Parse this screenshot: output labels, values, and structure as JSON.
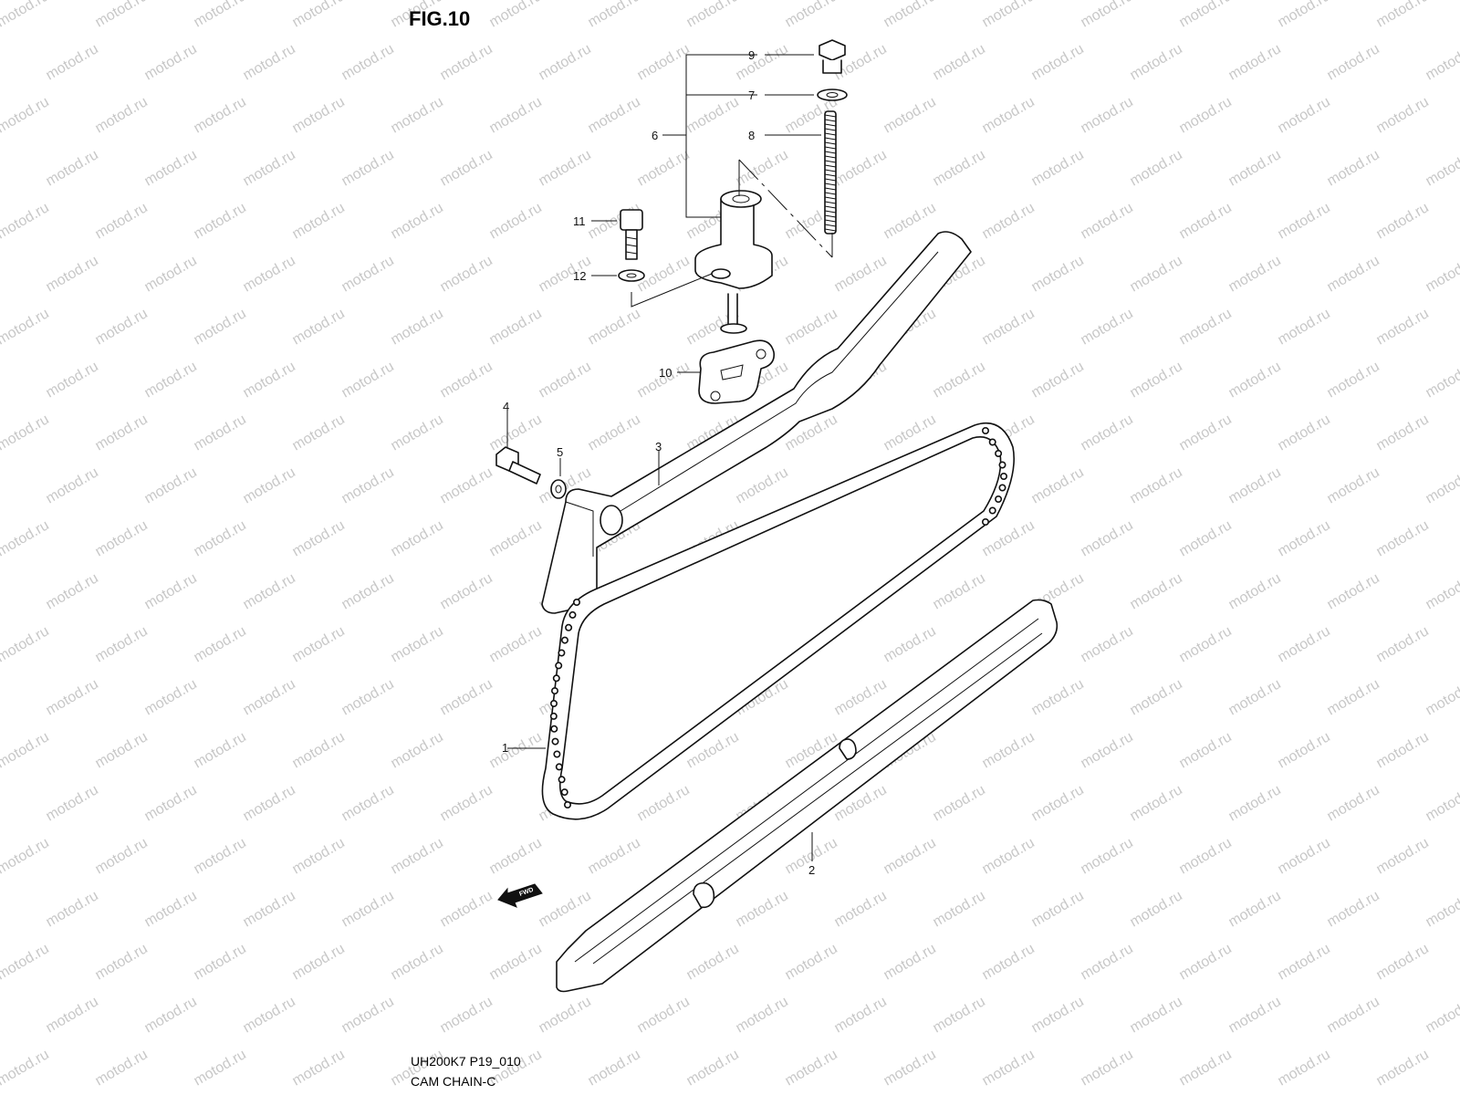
{
  "figure": {
    "title": "FIG.10",
    "code": "UH200K7 P19_010",
    "name": "CAM CHAIN-C"
  },
  "watermark": "motod.ru",
  "fwd_label": "FWD",
  "parts": [
    {
      "num": "1"
    },
    {
      "num": "2"
    },
    {
      "num": "3"
    },
    {
      "num": "4"
    },
    {
      "num": "5"
    },
    {
      "num": "6"
    },
    {
      "num": "7"
    },
    {
      "num": "8"
    },
    {
      "num": "9"
    },
    {
      "num": "10"
    },
    {
      "num": "11"
    },
    {
      "num": "12"
    }
  ]
}
